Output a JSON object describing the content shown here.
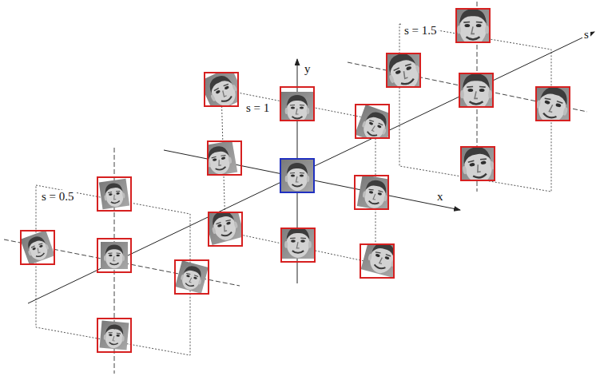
{
  "diagram": {
    "labels": [
      "s = 1.5",
      "y",
      "s",
      "s = 1",
      "x",
      "s = 0.5"
    ]
  }
}
